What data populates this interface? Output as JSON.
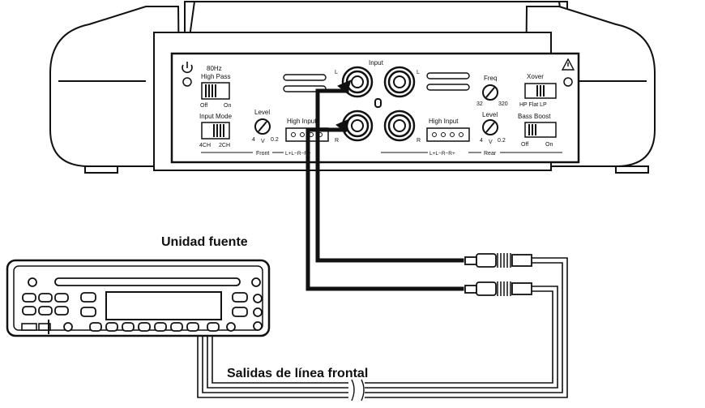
{
  "amp": {
    "crossover_freq": "80Hz",
    "high_pass": "High Pass",
    "off": "Off",
    "on": "On",
    "input_mode": "Input Mode",
    "mode_4ch": "4CH",
    "mode_2ch": "2CH",
    "level": "Level",
    "level_min": "4",
    "level_unit": "V",
    "level_max": "0.2",
    "front": "Front",
    "high_input": "High Input",
    "high_input_front": "High Input",
    "terminals": "L+L−R−R+",
    "input": "Input",
    "left": "L",
    "right": "R",
    "freq": "Freq",
    "freq_min": "32",
    "freq_max": "320",
    "xover": "Xover",
    "xover_modes": "HP Flat LP",
    "bass_boost": "Bass Boost",
    "rear": "Rear"
  },
  "labels": {
    "source_unit": "Unidad fuente",
    "front_line_outputs": "Salidas de línea frontal"
  }
}
